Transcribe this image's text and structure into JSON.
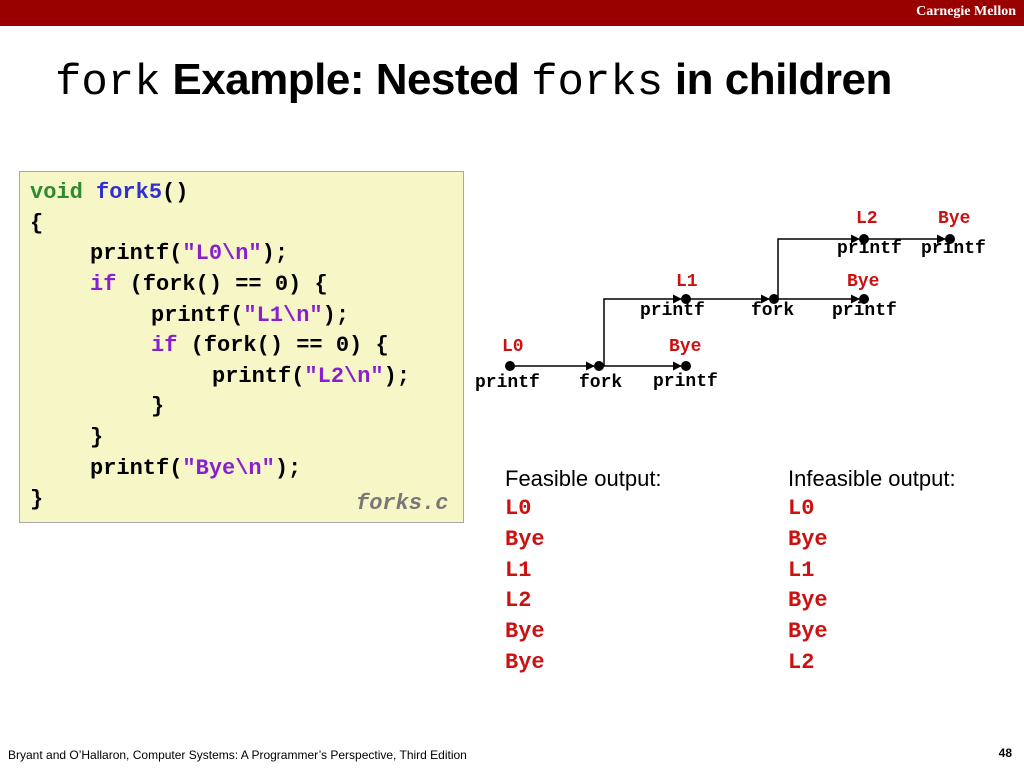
{
  "header": {
    "brand": "Carnegie Mellon"
  },
  "slide": {
    "title_code1": "fork",
    "title_text1": " Example: Nested ",
    "title_code2": "forks",
    "title_text2": " in children"
  },
  "code": {
    "l1_kw": "void ",
    "l1_fn": "fork5",
    "l1_rest": "()",
    "l2": "{",
    "l3_a": "printf(",
    "l3_str": "\"L0\\n\"",
    "l3_b": ");",
    "l4_kw": "if",
    "l4_rest": " (fork() == 0) {",
    "l5_a": "printf(",
    "l5_str": "\"L1\\n\"",
    "l5_b": ");",
    "l6_kw": "if",
    "l6_rest": " (fork() == 0) {",
    "l7_a": "printf(",
    "l7_str": "\"L2\\n\"",
    "l7_b": ");",
    "l8": "}",
    "l9": "}",
    "l10_a": "printf(",
    "l10_str": "\"Bye\\n\"",
    "l10_b": ");",
    "l11": "}",
    "filename": "forks.c"
  },
  "graph": {
    "labels": {
      "L0": "L0",
      "L1": "L1",
      "L2": "L2",
      "bye": "Bye",
      "printf": "printf",
      "fork": "fork"
    }
  },
  "outputs": {
    "feasible_header": "Feasible output:",
    "feasible": [
      "L0",
      "Bye",
      "L1",
      "L2",
      "Bye",
      "Bye"
    ],
    "infeasible_header": "Infeasible output:",
    "infeasible": [
      "L0",
      "Bye",
      "L1",
      "Bye",
      "Bye",
      "L2"
    ]
  },
  "footer": {
    "citation": "Bryant and O’Hallaron, Computer Systems: A Programmer’s Perspective, Third Edition",
    "page": "48"
  },
  "colors": {
    "topbar": "#990000",
    "code_bg": "#f7f6c7",
    "red_label": "#cc1111"
  }
}
